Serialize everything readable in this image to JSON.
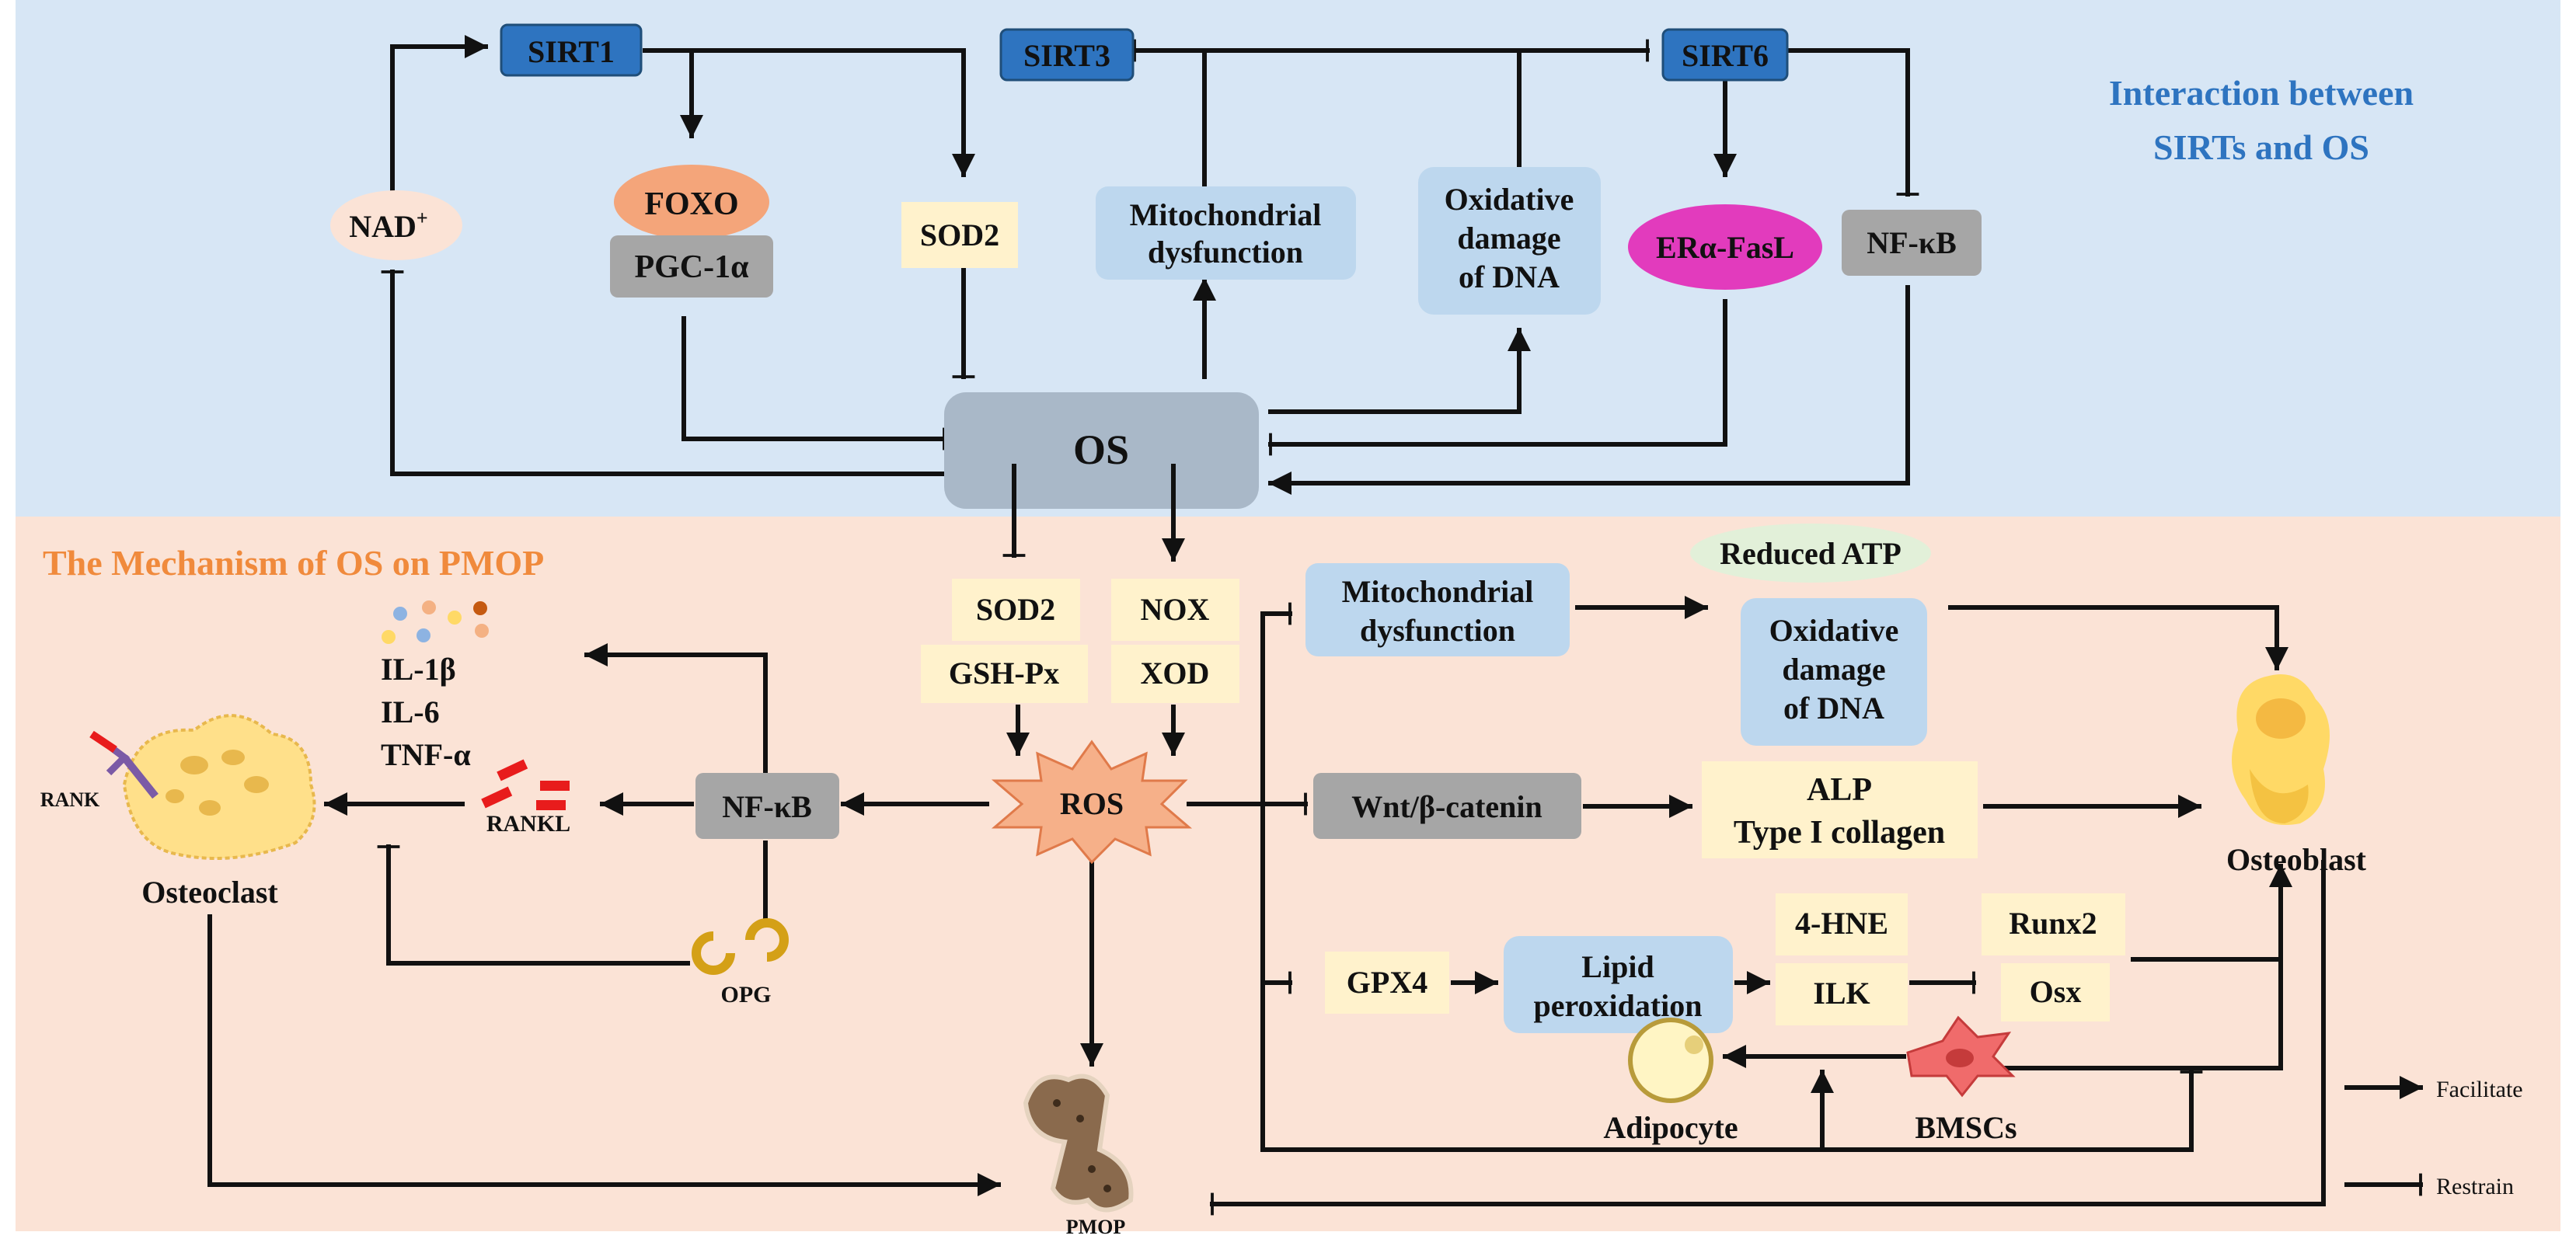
{
  "panels": {
    "top_title_line1": "Interaction between",
    "top_title_line2": "SIRTs and OS",
    "bottom_title": "The Mechanism of OS on PMOP"
  },
  "colors": {
    "top_bg": "#d7e6f5",
    "bottom_bg": "#fbe3d6",
    "top_title": "#2e74c0",
    "bottom_title": "#f08a3c",
    "sirt_box": "#2e74c0",
    "grey_box": "#a6a6a6",
    "light_blue_box": "#bdd7ee",
    "cream_box": "#fff2cc",
    "foxo": "#f4a57a",
    "era_fasl": "#e23bbd",
    "os_box": "#a9b8c8",
    "ros": "#f6b089",
    "reduced_atp": "#e2f0d9"
  },
  "nodes": {
    "sirt1": "SIRT1",
    "sirt3": "SIRT3",
    "sirt6": "SIRT6",
    "nad": "NAD",
    "nad_sup": "+",
    "foxo": "FOXO",
    "pgc1a": "PGC-1α",
    "sod2_top": "SOD2",
    "mito_top_1": "Mitochondrial",
    "mito_top_2": "dysfunction",
    "oxdna_top_1": "Oxidative",
    "oxdna_top_2": "damage",
    "oxdna_top_3": "of DNA",
    "era_fasl": "ERα-FasL",
    "nfkb_top": "NF-κB",
    "os": "OS",
    "sod2_bottom": "SOD2",
    "gshpx": "GSH-Px",
    "nox": "NOX",
    "xod": "XOD",
    "ros": "ROS",
    "nfkb_bottom": "NF-κB",
    "il1b": "IL-1β",
    "il6": "IL-6",
    "tnfa": "TNF-α",
    "rank": "RANK",
    "rankl": "RANKL",
    "osteoclast": "Osteoclast",
    "opg": "OPG",
    "pmop": "PMOP",
    "mito_bottom_1": "Mitochondrial",
    "mito_bottom_2": "dysfunction",
    "reduced_atp": "Reduced ATP",
    "oxdna_bottom_1": "Oxidative",
    "oxdna_bottom_2": "damage",
    "oxdna_bottom_3": "of DNA",
    "wnt": "Wnt/β-catenin",
    "alp": "ALP",
    "type1": "Type I collagen",
    "osteoblast": "Osteoblast",
    "gpx4": "GPX4",
    "lipid_1": "Lipid",
    "lipid_2": "peroxidation",
    "hne": "4-HNE",
    "ilk": "ILK",
    "runx2": "Runx2",
    "osx": "Osx",
    "adipocyte": "Adipocyte",
    "bmscs": "BMSCs"
  },
  "legend": {
    "facilitate": "Facilitate",
    "restrain": "Restrain"
  }
}
